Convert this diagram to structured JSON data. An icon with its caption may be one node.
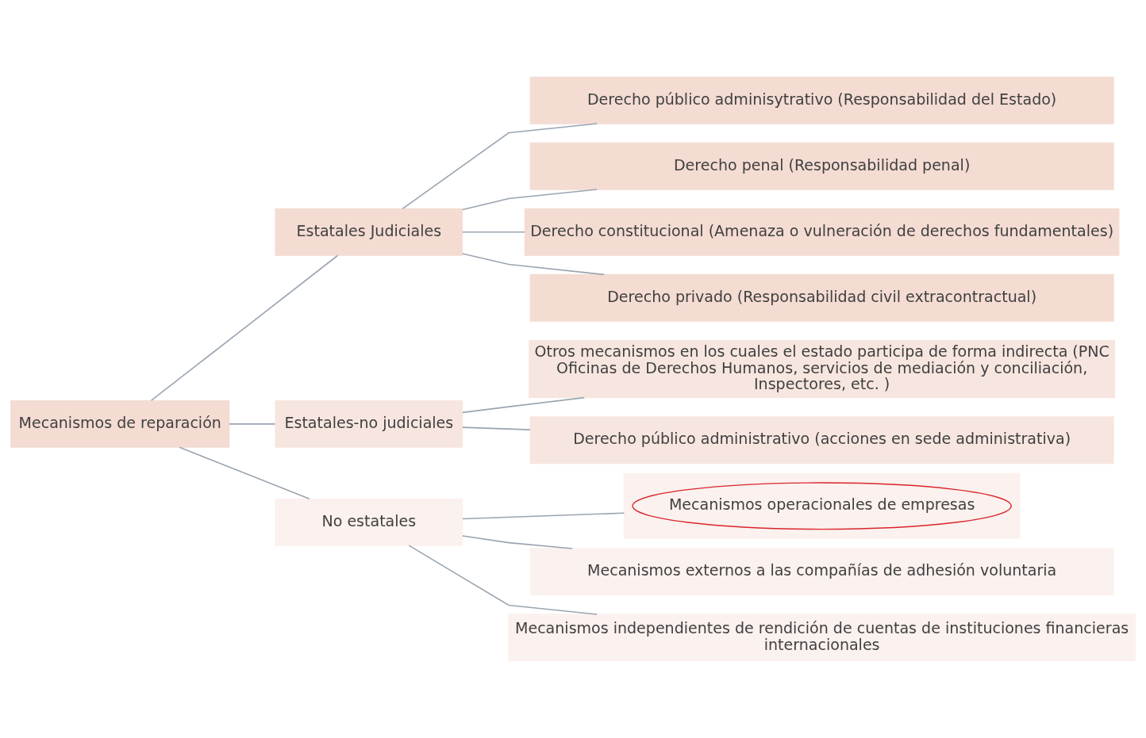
{
  "diagram": {
    "nodes": [
      {
        "text": [
          "Mecanismos de reparación"
        ]
      },
      {
        "text": [
          "Estatales Judiciales"
        ]
      },
      {
        "text": [
          "Derecho público adminisytrativo (Responsabilidad del Estado)"
        ]
      },
      {
        "text": [
          "Derecho penal (Responsabilidad penal)"
        ]
      },
      {
        "text": [
          "Derecho constitucional (Amenaza o vulneración de derechos fundamentales)"
        ]
      },
      {
        "text": [
          "Derecho privado (Responsabilidad civil extracontractual)"
        ]
      },
      {
        "text": [
          "Estatales-no judiciales"
        ]
      },
      {
        "text": [
          "Otros mecanismos en los cuales el estado participa de forma indirecta (PNC Oficinas de Derechos Humanos, servicios de mediación y conciliación, Inspectores, etc. )"
        ]
      },
      {
        "text": [
          "Derecho público administrativo (acciones en sede administrativa)"
        ]
      },
      {
        "text": [
          "No estatales"
        ]
      },
      {
        "text": [],
        "shape": "box"
      },
      {
        "text": [
          "Mecanismos operacionales de empresas"
        ],
        "in": 10
      },
      {
        "text": [
          "Mecanismos externos a las compañías de adhesión voluntaria"
        ]
      },
      {
        "text": [
          "Mecanismos independientes de rendición de cuentas de instituciones financieras internacionales"
        ]
      }
    ],
    "edges": [
      {
        "from": 0,
        "to": 1,
        "arrow": "none"
      },
      {
        "from": 0,
        "to": 6,
        "arrow": "none"
      },
      {
        "from": 0,
        "to": 9,
        "arrow": "none"
      },
      {
        "from": 1,
        "to": 2,
        "arrow": "none"
      },
      {
        "from": 1,
        "to": 3,
        "arrow": "none"
      },
      {
        "from": 1,
        "to": 4,
        "arrow": "none"
      },
      {
        "from": 1,
        "to": 5,
        "arrow": "none"
      },
      {
        "from": 6,
        "to": 7,
        "arrow": "none"
      },
      {
        "from": 6,
        "to": 8,
        "arrow": "none"
      },
      {
        "from": 9,
        "to": 10,
        "arrow": "none"
      },
      {
        "from": 9,
        "to": 12,
        "arrow": "none"
      },
      {
        "from": 9,
        "to": 13,
        "arrow": "none"
      }
    ]
  }
}
